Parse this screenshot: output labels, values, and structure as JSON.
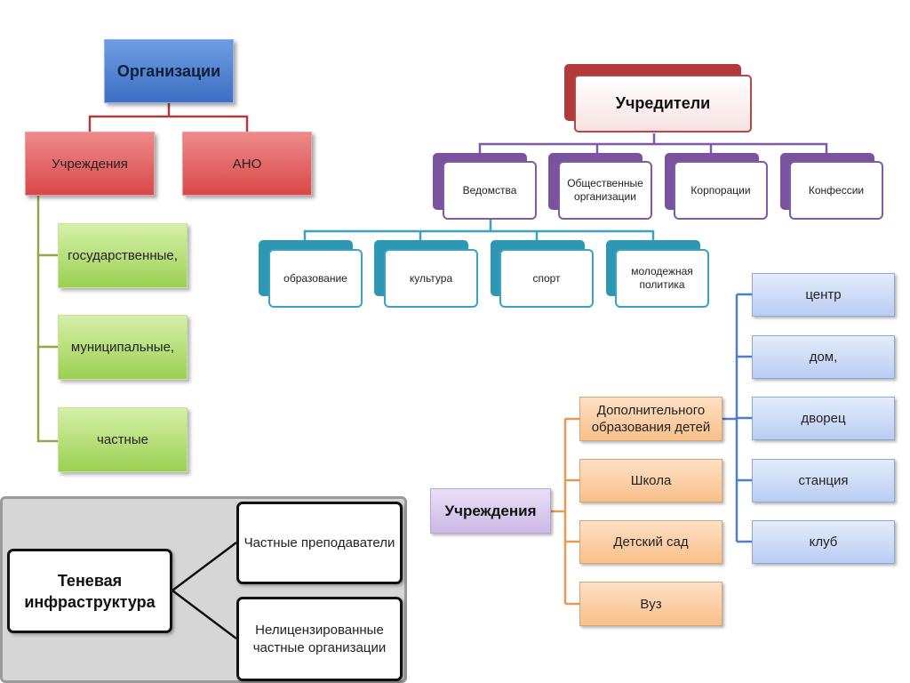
{
  "organizations": {
    "root": "Организации",
    "children": [
      "Учреждения",
      "АНО"
    ],
    "subtypes": [
      "государственные,",
      "муниципальные,",
      "частные"
    ]
  },
  "founders": {
    "root": "Учредители",
    "types": [
      "Ведомства",
      "Общественные организации",
      "Корпорации",
      "Конфессии"
    ],
    "spheres": [
      "образование",
      "культура",
      "спорт",
      "молодежная политика"
    ]
  },
  "institutions": {
    "root": "Учреждения",
    "types": [
      "Дополнительного образования детей",
      "Школа",
      "Детский сад",
      "Вуз"
    ],
    "additional": [
      "центр",
      "дом,",
      "дворец",
      "станция",
      "клуб"
    ]
  },
  "shadow": {
    "root": "Теневая инфраструктура",
    "children": [
      "Частные преподаватели",
      "Нелицензированные частные организации"
    ]
  },
  "colors": {
    "org_connector": "#b23a3a",
    "subtype_connector": "#8fa84a",
    "founder_connector": "#7f5aa6",
    "sphere_connector": "#39a3c0",
    "institution_connector": "#e59a55",
    "additional_connector": "#4f7fbf",
    "shadow_connector": "#111111"
  }
}
